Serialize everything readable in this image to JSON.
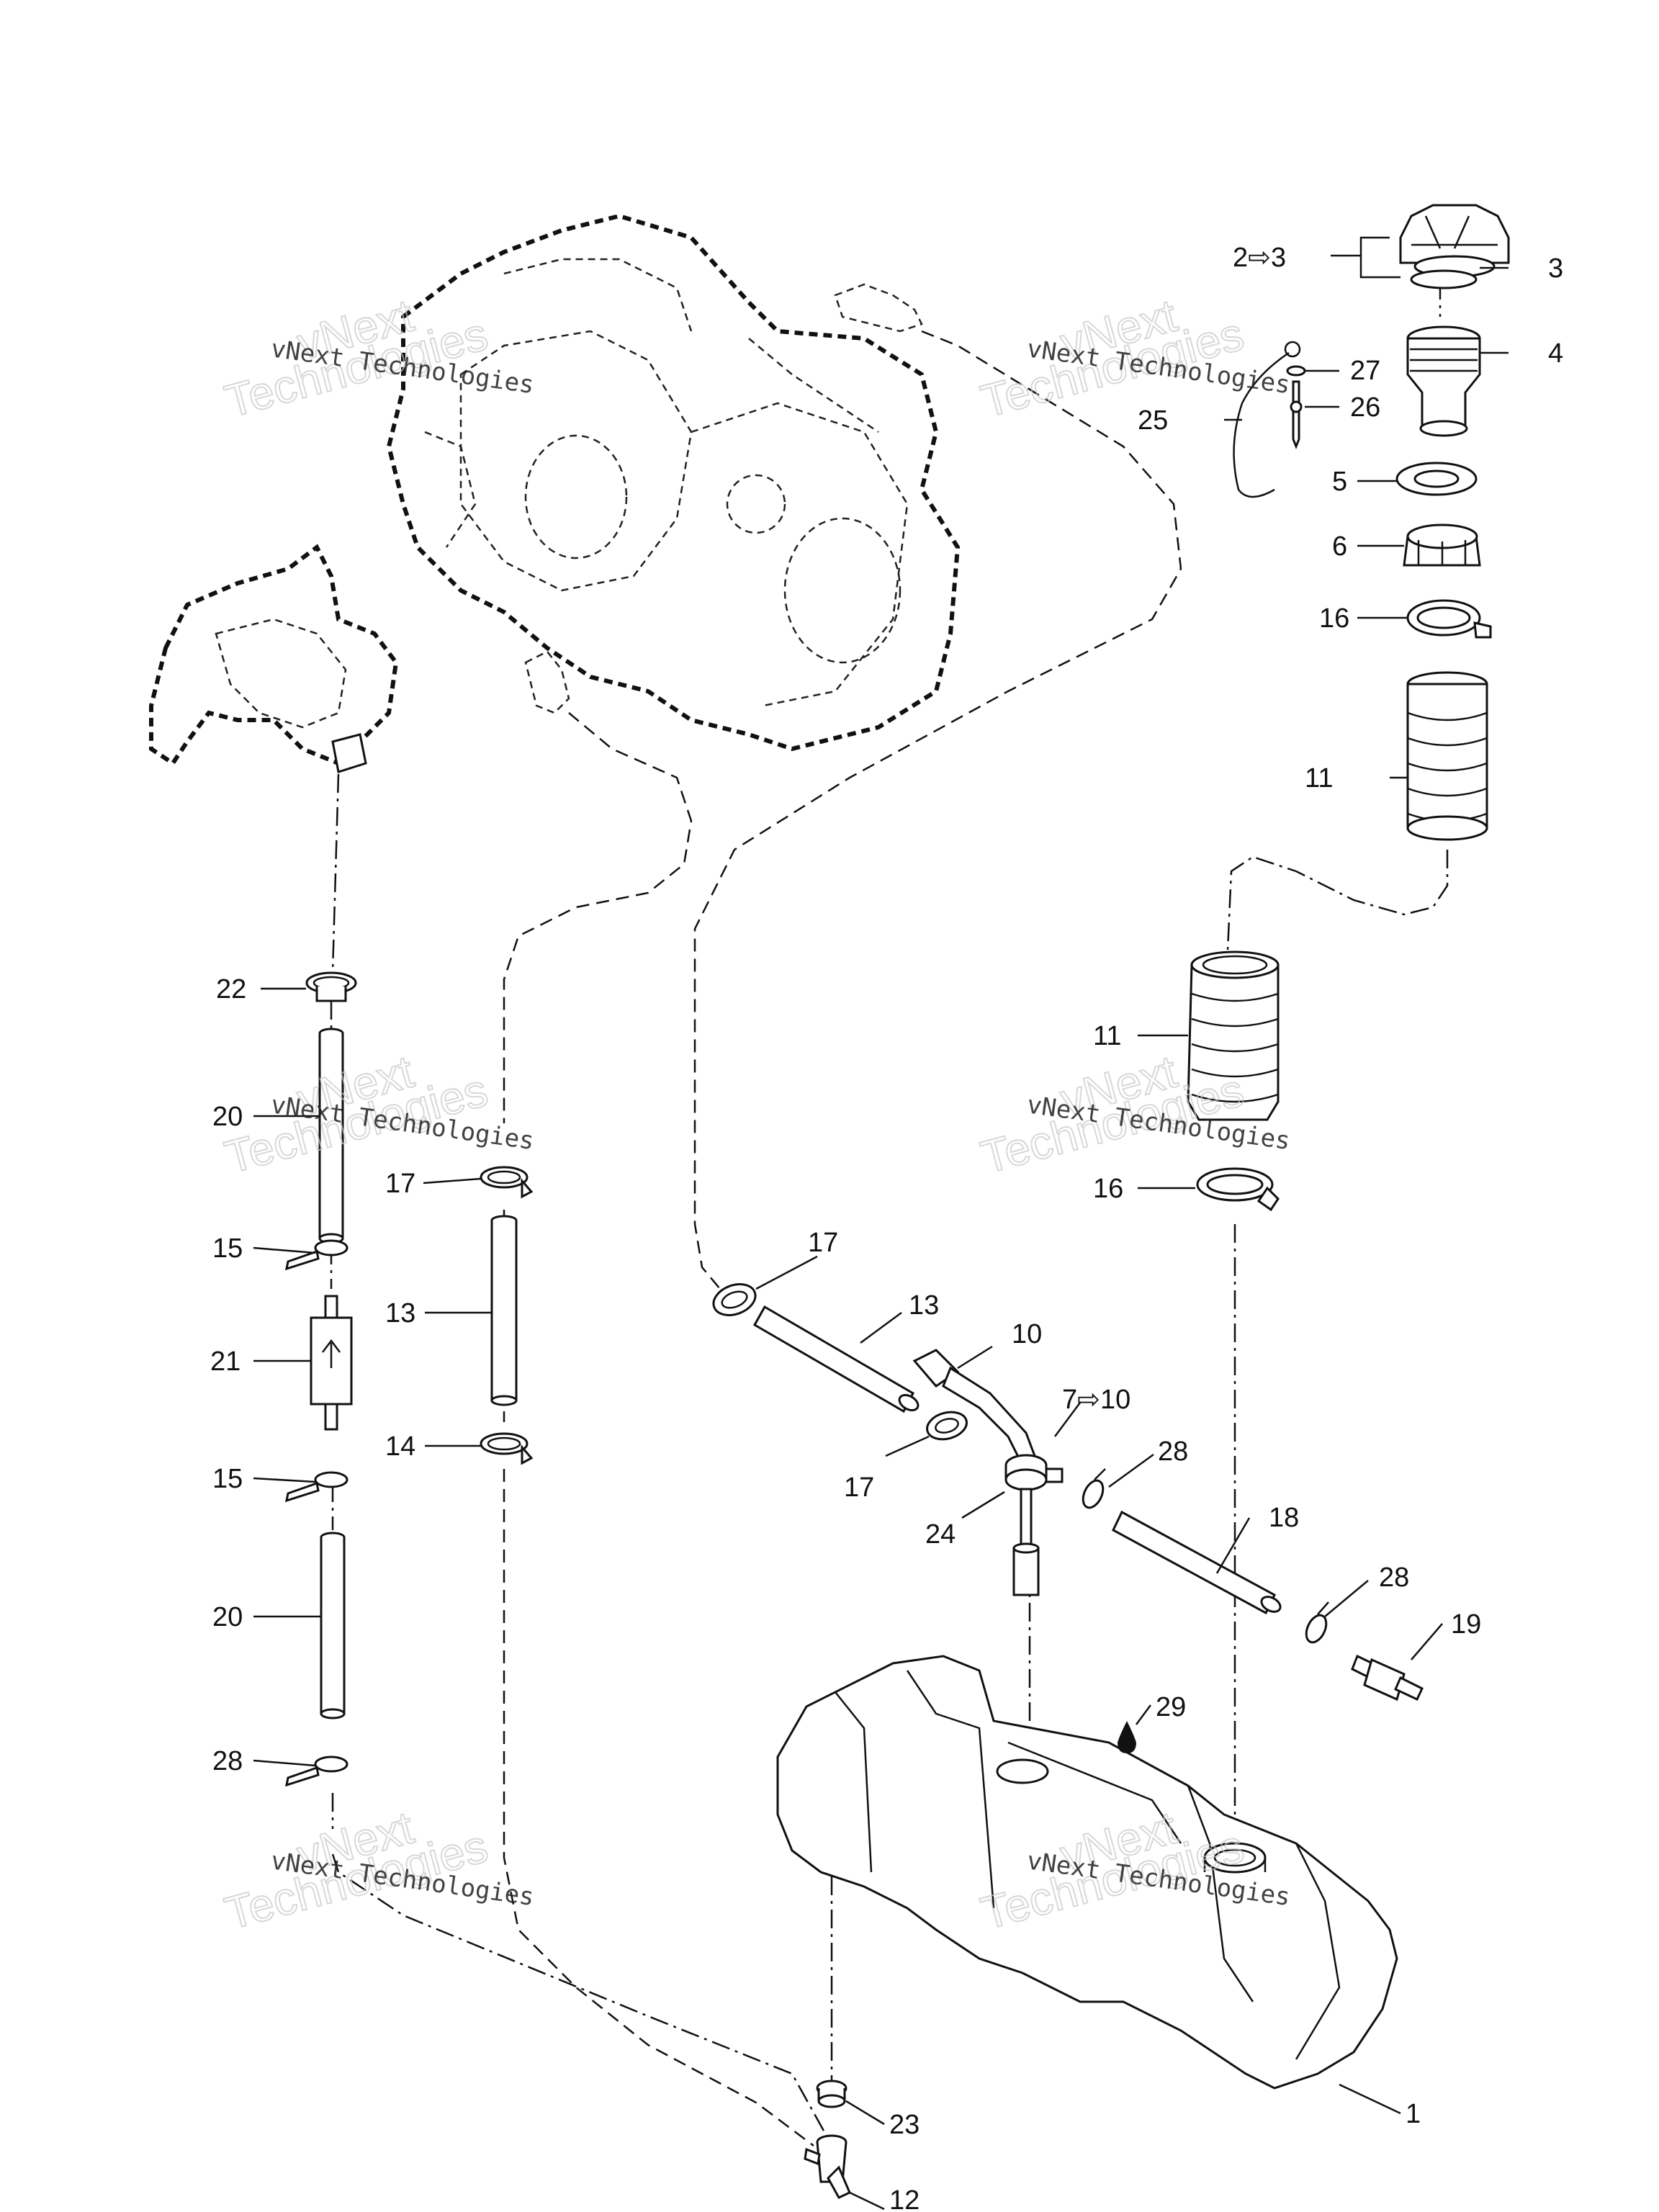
{
  "watermark": {
    "small_text": "vNext Technologies",
    "large_line1": "vNext",
    "large_line2": "Technologies"
  },
  "callouts": {
    "c1": "1",
    "c2to3": "2⇨3",
    "c3": "3",
    "c4": "4",
    "c5": "5",
    "c6": "6",
    "c7to10": "7⇨10",
    "c10": "10",
    "c11a": "11",
    "c11b": "11",
    "c12": "12",
    "c13a": "13",
    "c13b": "13",
    "c14": "14",
    "c15a": "15",
    "c15b": "15",
    "c16a": "16",
    "c16b": "16",
    "c17a": "17",
    "c17b": "17",
    "c17c": "17",
    "c18": "18",
    "c19": "19",
    "c20a": "20",
    "c20b": "20",
    "c21": "21",
    "c22": "22",
    "c23": "23",
    "c24": "24",
    "c25": "25",
    "c26": "26",
    "c27": "27",
    "c28a": "28",
    "c28b": "28",
    "c28c": "28",
    "c29": "29"
  }
}
